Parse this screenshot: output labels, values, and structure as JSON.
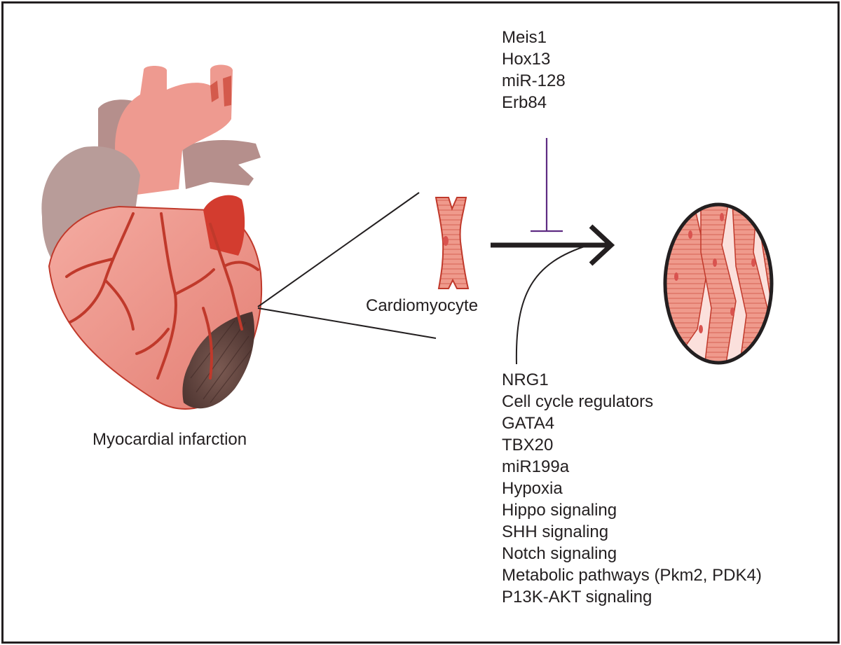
{
  "labels": {
    "heart_caption": "Myocardial infarction",
    "cell_caption": "Cardiomyocyte"
  },
  "inhibitors": [
    "Meis1",
    "Hox13",
    "miR-128",
    "Erb84"
  ],
  "promoters": [
    "NRG1",
    "Cell cycle regulators",
    "GATA4",
    "TBX20",
    "miR199a",
    "Hypoxia",
    "Hippo signaling",
    "SHH signaling",
    "Notch signaling",
    "Metabolic pathways (Pkm2, PDK4)",
    "P13K-AKT signaling"
  ],
  "colors": {
    "frame": "#231f20",
    "heart_main": "#e98c82",
    "heart_light": "#f3aaa0",
    "vessel_gray": "#b58f8c",
    "artery": "#c0392b",
    "infarct": "#6b4b45",
    "muscle": "#ef9a8c",
    "inhibit_line": "#5e2b82"
  }
}
